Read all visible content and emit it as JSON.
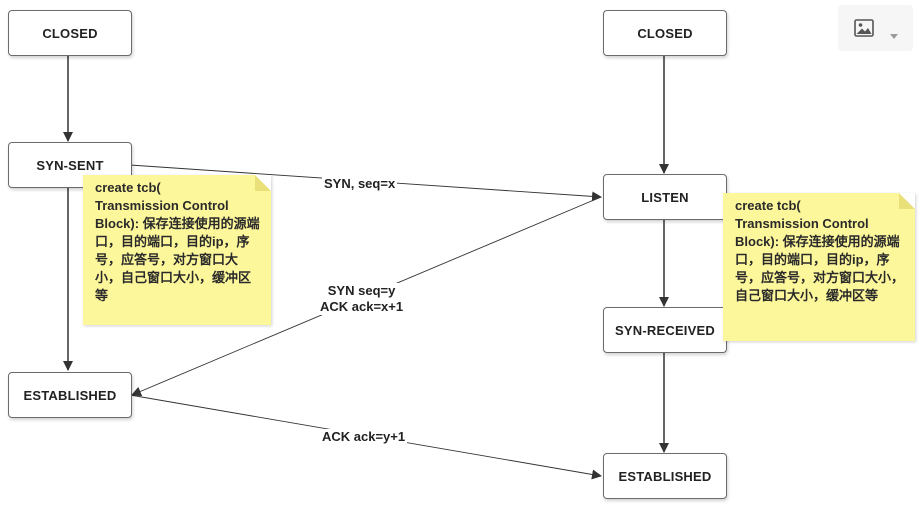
{
  "states": {
    "client_closed": "CLOSED",
    "client_syn_sent": "SYN-SENT",
    "client_established": "ESTABLISHED",
    "server_closed": "CLOSED",
    "server_listen": "LISTEN",
    "server_syn_received": "SYN-RECEIVED",
    "server_established": "ESTABLISHED"
  },
  "messages": {
    "syn": "SYN, seq=x",
    "syn_ack_line1": "SYN seq=y",
    "syn_ack_line2": "ACK ack=x+1",
    "ack": "ACK ack=y+1"
  },
  "notes": {
    "client": {
      "line1": "create tcb(",
      "line2": "Transmission Control",
      "line3": "Block): 保存连接使用的源端口，目的端口，目的ip，序号，应答号，对方窗口大小，自己窗口大小，缓冲区等"
    },
    "server": {
      "line1": "create tcb(",
      "line2": "Transmission Control",
      "line3": "Block): 保存连接使用的源端口，目的端口，目的ip，序号，应答号，对方窗口大小，自己窗口大小，缓冲区等"
    }
  },
  "toolbar": {
    "image_icon": "image-icon",
    "dropdown_icon": "caret-down-icon"
  },
  "colors": {
    "line": "#333333",
    "note_fill": "#fdf79b",
    "box_border": "#6b6b6b"
  }
}
